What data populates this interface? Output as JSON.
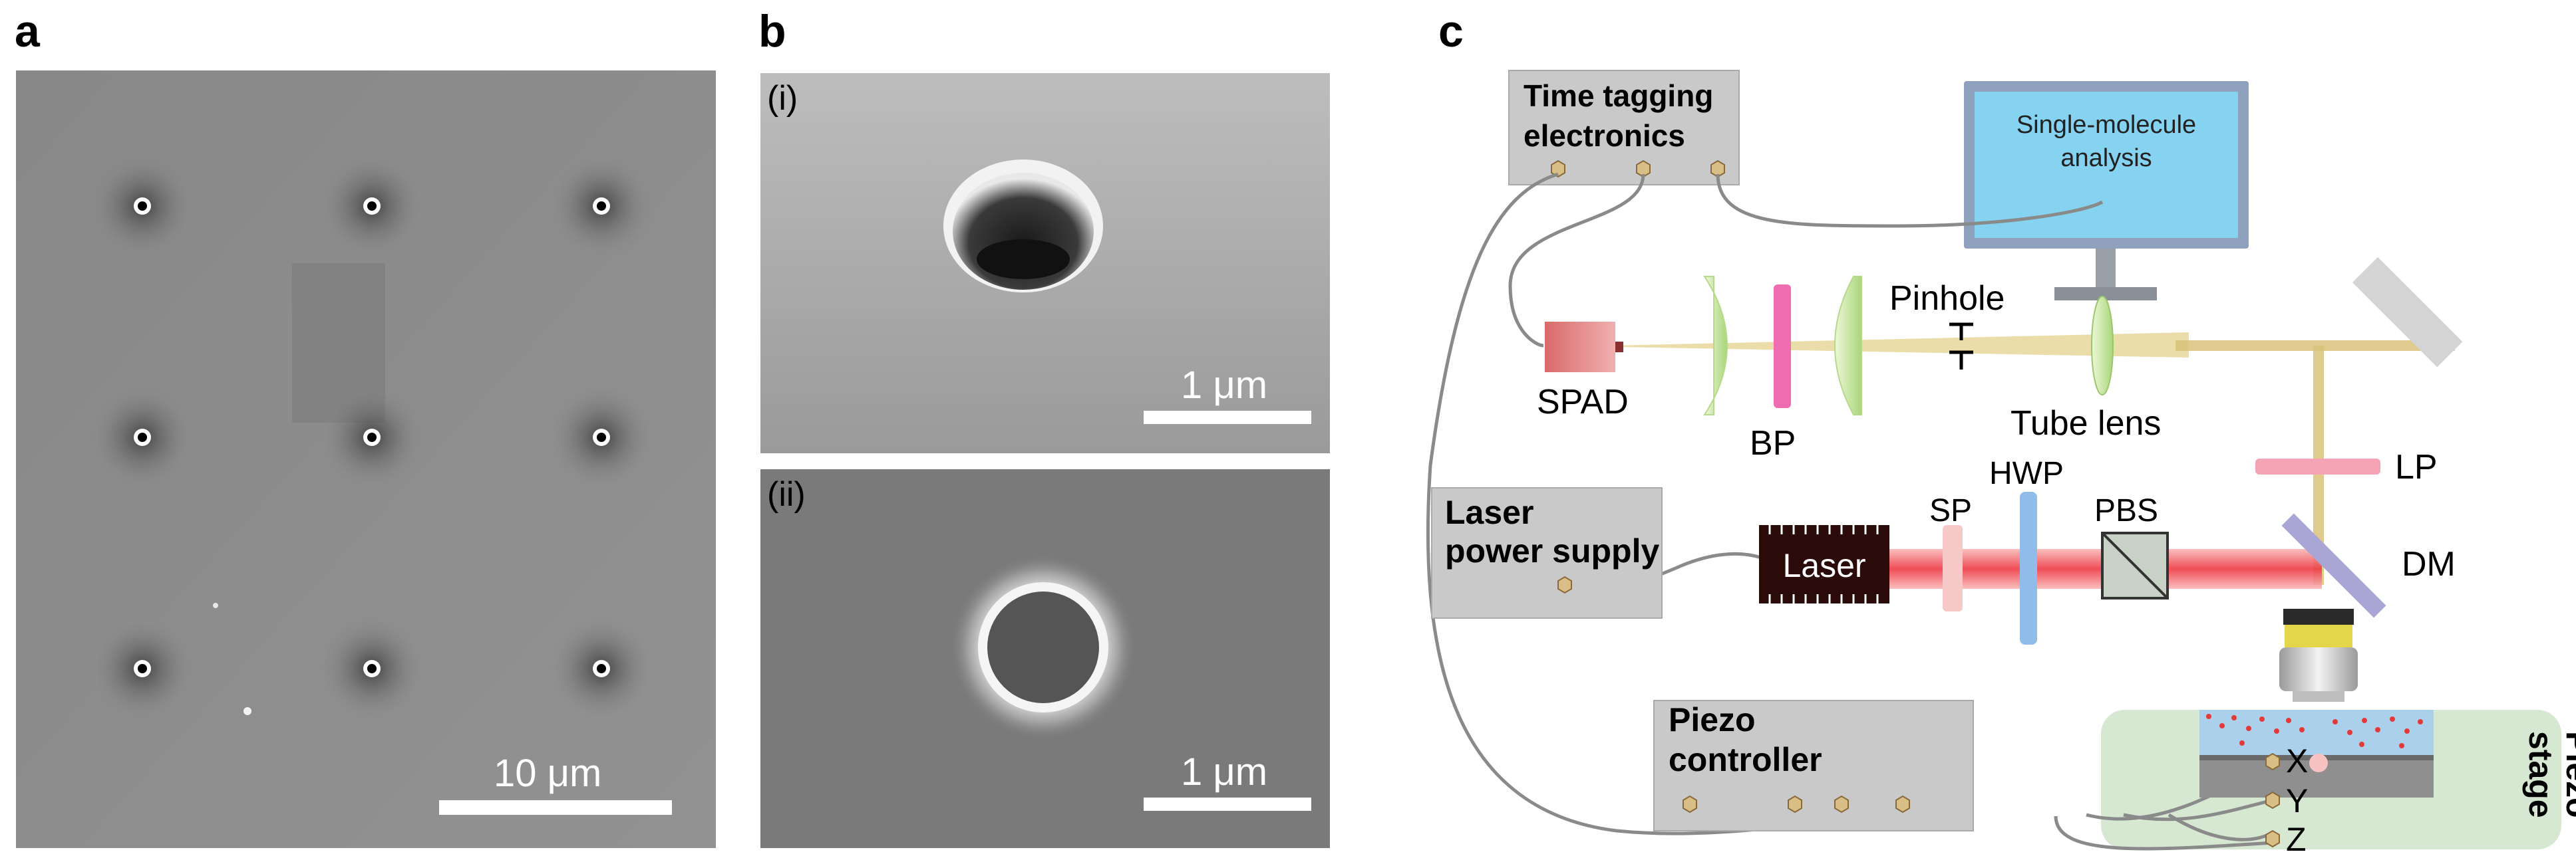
{
  "panels": {
    "a": {
      "letter": "a",
      "scale_label": "10 μm"
    },
    "b": {
      "letter": "b",
      "sub_i": {
        "tag": "(i)",
        "scale_label": "1 μm"
      },
      "sub_ii": {
        "tag": "(ii)",
        "scale_label": "1 μm"
      }
    },
    "c": {
      "letter": "c",
      "boxes": {
        "time_tagging_line1": "Time tagging",
        "time_tagging_line2": "electronics",
        "laser_power_line1": "Laser",
        "laser_power_line2": "power supply",
        "piezo_controller_line1": "Piezo",
        "piezo_controller_line2": "controller"
      },
      "monitor_line1": "Single-molecule",
      "monitor_line2": "analysis",
      "laser_label": "Laser",
      "labels": {
        "spad": "SPAD",
        "bp": "BP",
        "pinhole": "Pinhole",
        "tube_lens": "Tube lens",
        "lp": "LP",
        "sp": "SP",
        "hwp": "HWP",
        "pbs": "PBS",
        "dm": "DM",
        "piezo_stage_line1": "Piezo",
        "piezo_stage_line2": "stage",
        "x": "X",
        "y": "Y",
        "z": "Z"
      },
      "colors": {
        "emission_beam": "#d9c27a",
        "excitation_beam": "#f0404a",
        "box_gray": "#c8c8c8",
        "monitor_screen": "#7fd0ee",
        "stage_green": "#cfe3cc"
      }
    }
  }
}
